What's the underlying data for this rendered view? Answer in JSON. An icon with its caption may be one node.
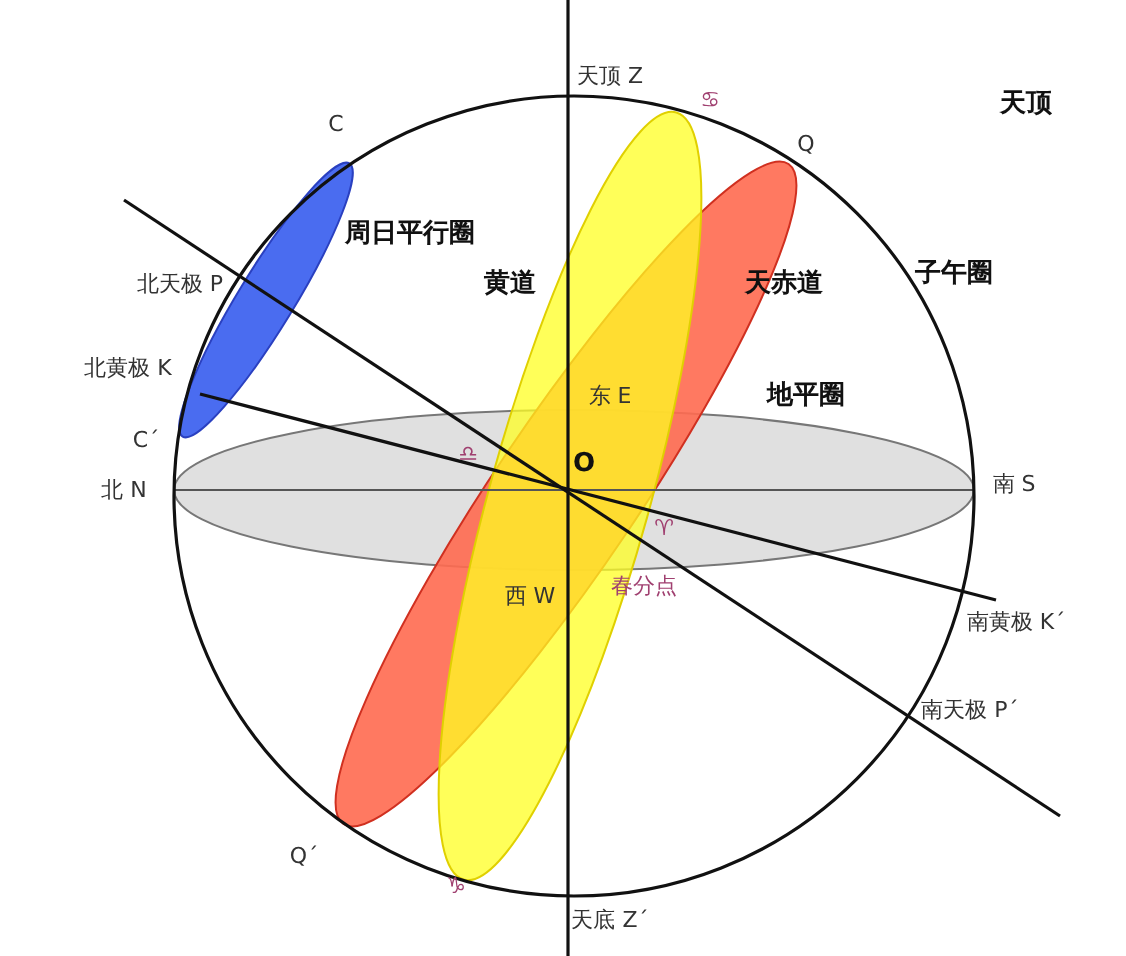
{
  "diagram": {
    "labels": [
      "天顶 Z",
      "♋",
      "天顶",
      "C",
      "Q",
      "周日平行圈",
      "黄道",
      "天赤道",
      "子午圈",
      "北天极 P",
      "东 E",
      "北黄极 K",
      "地平圈",
      "C´",
      "♎",
      "O",
      "北 N",
      "南 S",
      "♈",
      "春分点",
      "西 W",
      "南黄极 K´",
      "南天极 P´",
      "Q´",
      "♑",
      "天底 Z´"
    ]
  }
}
